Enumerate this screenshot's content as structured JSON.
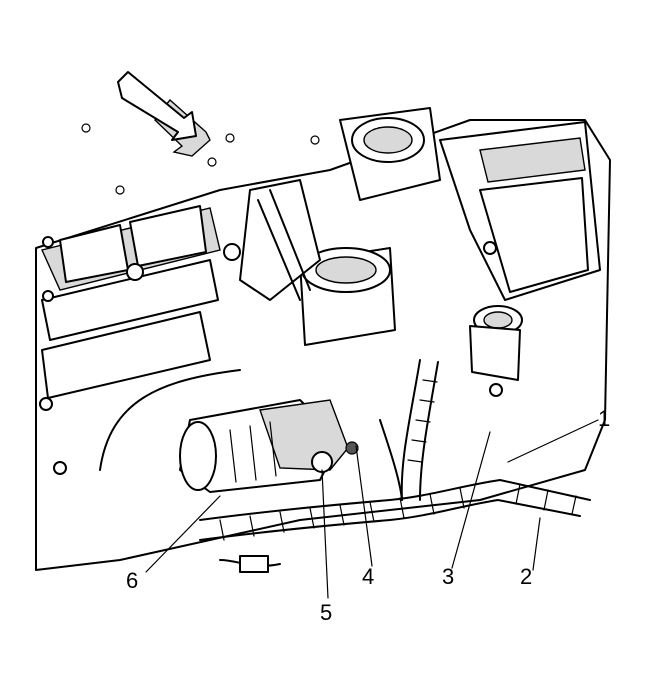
{
  "figure": {
    "direction_arrow_icon": "direction-arrow-icon",
    "callouts": [
      {
        "id": "1",
        "label": "1"
      },
      {
        "id": "2",
        "label": "2"
      },
      {
        "id": "3",
        "label": "3"
      },
      {
        "id": "4",
        "label": "4"
      },
      {
        "id": "5",
        "label": "5"
      },
      {
        "id": "6",
        "label": "6"
      }
    ],
    "colors": {
      "line": "#000000",
      "background": "#ffffff",
      "shade": "#d9d9d9"
    }
  }
}
